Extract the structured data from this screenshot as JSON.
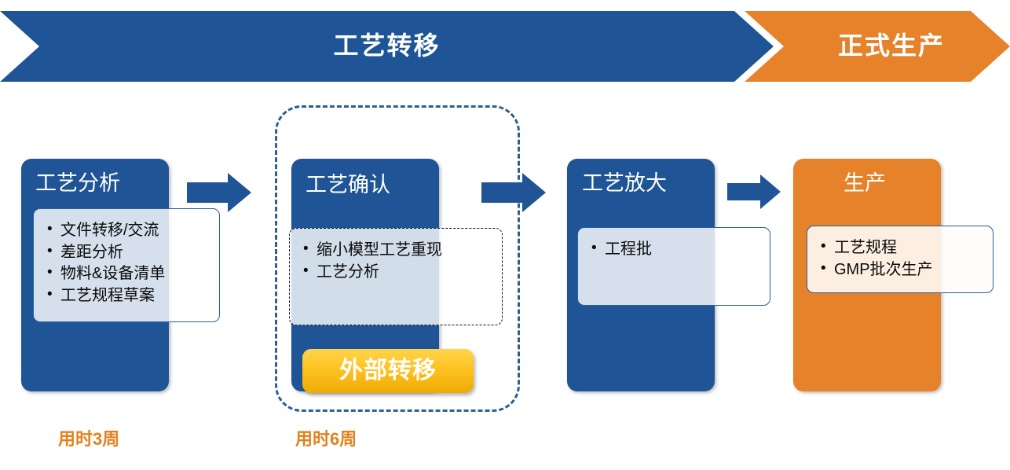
{
  "banner": {
    "segments": [
      {
        "label": "工艺转移",
        "color": "#1F5596"
      },
      {
        "label": "正式生产",
        "color": "#E5822A"
      }
    ]
  },
  "stages": [
    {
      "id": "process-analysis",
      "title": "工艺分析",
      "color": "#1F5596",
      "callout_style": "solid-blue",
      "bullets": [
        "文件转移/交流",
        "差距分析",
        "物料&设备清单",
        "工艺规程草案"
      ]
    },
    {
      "id": "process-confirmation",
      "title": "工艺确认",
      "color": "#1F5596",
      "callout_style": "dashed-black",
      "bullets": [
        "缩小模型工艺重现",
        "工艺分析"
      ]
    },
    {
      "id": "process-scale-up",
      "title": "工艺放大",
      "color": "#1F5596",
      "callout_style": "solid-blue",
      "bullets": [
        "工程批"
      ]
    },
    {
      "id": "production",
      "title": "生产",
      "color": "#E5822A",
      "callout_style": "solid-blue-cream",
      "bullets": [
        "工艺规程",
        "GMP批次生产"
      ]
    }
  ],
  "external_group": {
    "badge_label": "外部转移",
    "badge_color": "#FFC423",
    "border_color": "#2E5E98"
  },
  "durations": [
    {
      "for_stage": "process-analysis",
      "label": "用时3周"
    },
    {
      "for_stage": "process-confirmation",
      "label": "用时6周"
    }
  ],
  "arrows": {
    "count": 3,
    "color": "#1F5596",
    "direction": "right"
  },
  "colors": {
    "brand_blue": "#1F5596",
    "brand_orange": "#E5822A",
    "accent_yellow": "#FFC423",
    "duration_text": "#E0821E",
    "callout_fill": "#E8EDF4"
  }
}
